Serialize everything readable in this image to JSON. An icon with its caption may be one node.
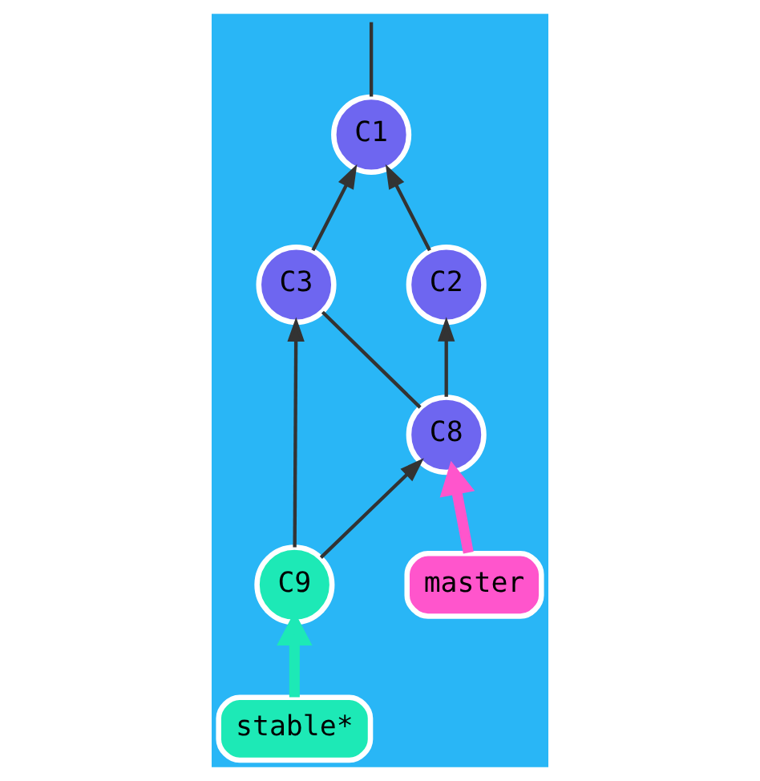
{
  "diagram": {
    "nodes": [
      {
        "text": [
          "C1"
        ]
      },
      {
        "text": [
          "C2"
        ]
      },
      {
        "text": [
          "C3"
        ]
      },
      {
        "text": [
          "C8"
        ]
      },
      {
        "text": [
          "master"
        ]
      },
      {
        "text": [
          "C9"
        ]
      },
      {
        "text": [
          "stable*"
        ]
      }
    ],
    "edges": [
      {
        "from": 0,
        "to": null,
        "arrow": "none"
      },
      {
        "from": 1,
        "to": 0,
        "arrow": "to"
      },
      {
        "from": 2,
        "to": 0,
        "arrow": "to"
      },
      {
        "from": 3,
        "to": 1,
        "arrow": "to"
      },
      {
        "from": 3,
        "to": 2,
        "arrow": "none"
      },
      {
        "from": 5,
        "to": 2,
        "arrow": "to"
      },
      {
        "from": 5,
        "to": 3,
        "arrow": "to"
      },
      {
        "from": 4,
        "to": 3,
        "arrow": "to",
        "style": "thick",
        "color": "#ff55cc"
      },
      {
        "from": 6,
        "to": 5,
        "arrow": "to",
        "style": "thick",
        "color": "#1de9b6"
      }
    ]
  }
}
